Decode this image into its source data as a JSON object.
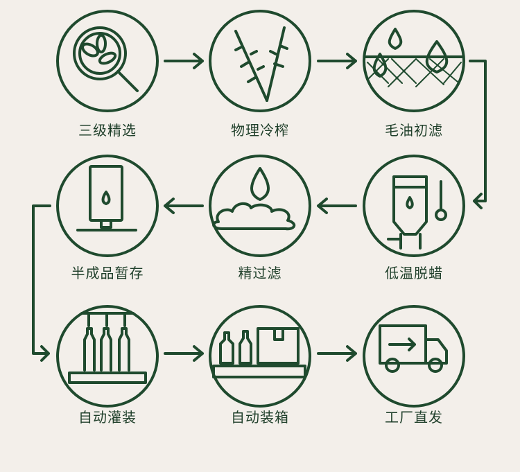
{
  "title": "Production process",
  "accent_color": "#1f4a2e",
  "steps": [
    {
      "label": "三级精选",
      "icon": "magnifier-seeds-icon"
    },
    {
      "label": "物理冷榨",
      "icon": "pressed-stems-icon"
    },
    {
      "label": "毛油初滤",
      "icon": "oil-drops-filter-icon"
    },
    {
      "label": "低温脱蜡",
      "icon": "tank-thermometer-icon"
    },
    {
      "label": "精过滤",
      "icon": "drop-cloud-icon"
    },
    {
      "label": "半成品暂存",
      "icon": "storage-tank-icon"
    },
    {
      "label": "自动灌装",
      "icon": "bottle-filling-icon"
    },
    {
      "label": "自动装箱",
      "icon": "boxing-conveyor-icon"
    },
    {
      "label": "工厂直发",
      "icon": "delivery-truck-icon"
    }
  ]
}
